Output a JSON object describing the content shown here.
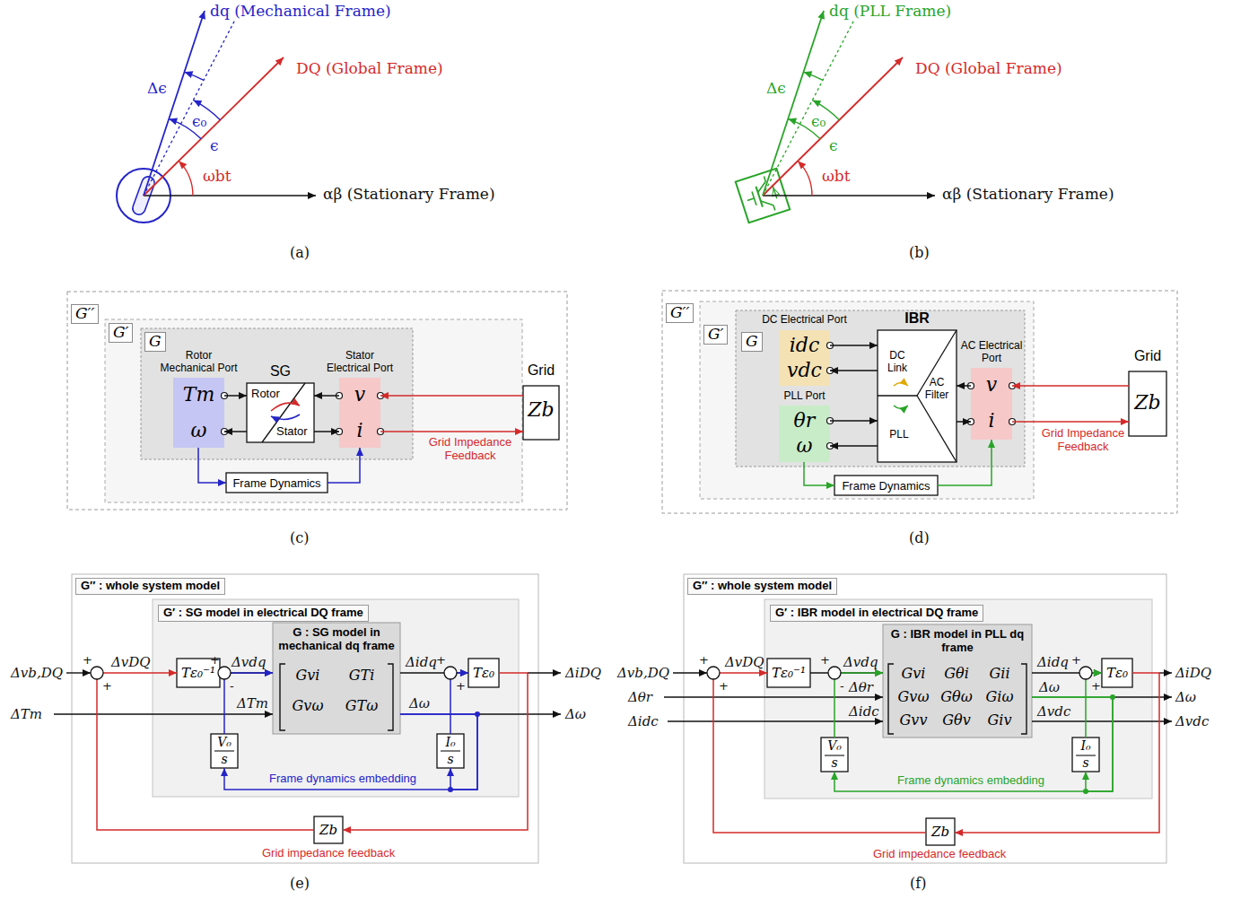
{
  "diagram": {
    "nodes": [
      {
        "text": [
          "G′′"
        ]
      },
      {
        "text": [
          "G′"
        ],
        "in": 0
      },
      {
        "text": [
          "G"
        ],
        "in": 1
      },
      {
        "text": [
          "Rotor Mechanical Port",
          "Tm",
          "ω"
        ],
        "in": 2
      },
      {
        "text": [
          "SG",
          "Rotor",
          "Stator"
        ],
        "in": 2
      },
      {
        "text": [
          "Stator Electrical Port",
          "v",
          "i"
        ],
        "in": 2
      },
      {
        "text": [
          "Frame Dynamics"
        ],
        "in": 1
      },
      {
        "text": [
          "Grid",
          "Zb"
        ],
        "in": 0
      },
      {
        "text": [
          "G′′"
        ]
      },
      {
        "text": [
          "G′"
        ],
        "in": 8
      },
      {
        "text": [
          "G"
        ],
        "in": 9
      },
      {
        "text": [
          "DC Electrical Port",
          "idc",
          "vdc"
        ],
        "in": 10
      },
      {
        "text": [
          "PLL Port",
          "θr",
          "ω"
        ],
        "in": 10
      },
      {
        "text": [
          "IBR",
          "DC Link",
          "AC Filter",
          "PLL"
        ],
        "in": 10
      },
      {
        "text": [
          "AC Electrical Port",
          "v",
          "i"
        ],
        "in": 10
      },
      {
        "text": [
          "Frame Dynamics"
        ],
        "in": 9
      },
      {
        "text": [
          "Grid",
          "Zb"
        ],
        "in": 8
      },
      {
        "text": [
          "G′′ : whole system model"
        ]
      },
      {
        "text": [
          "G′ : SG model in electrical DQ frame"
        ],
        "in": 17
      },
      {
        "text": [
          "Tε₀⁻¹"
        ],
        "in": 18
      },
      {
        "text": [
          "G : SG model in mechanical dq frame",
          "Gvi",
          "GTi",
          "Gvω",
          "GTω"
        ],
        "in": 18
      },
      {
        "text": [
          "Tε₀"
        ],
        "in": 18
      },
      {
        "text": [
          "V₀",
          "s"
        ],
        "in": 18
      },
      {
        "text": [
          "I₀",
          "s"
        ],
        "in": 18
      },
      {
        "text": [
          "Zb"
        ],
        "in": 17
      },
      {
        "text": [
          "G′′ : whole system model"
        ]
      },
      {
        "text": [
          "G′ : IBR model in electrical DQ frame"
        ],
        "in": 25
      },
      {
        "text": [
          "Tε₀⁻¹"
        ],
        "in": 26
      },
      {
        "text": [
          "G : IBR model in PLL dq frame",
          "Gvi",
          "Gθi",
          "Gii",
          "Gvω",
          "Gθω",
          "Giω",
          "Gvv",
          "Gθv",
          "Giv"
        ],
        "in": 26
      },
      {
        "text": [
          "Tε₀"
        ],
        "in": 26
      },
      {
        "text": [
          "V₀",
          "s"
        ],
        "in": 26
      },
      {
        "text": [
          "I₀",
          "s"
        ],
        "in": 26
      },
      {
        "text": [
          "Zb"
        ],
        "in": 25
      }
    ],
    "edges": [
      {
        "from": 3,
        "to": 4,
        "arrow": "to"
      },
      {
        "from": 4,
        "to": 3,
        "arrow": "to"
      },
      {
        "from": 5,
        "to": 4,
        "arrow": "to"
      },
      {
        "from": 4,
        "to": 5,
        "arrow": "to"
      },
      {
        "from": 7,
        "to": 5,
        "arrow": "to"
      },
      {
        "from": 5,
        "to": 7,
        "arrow": "to",
        "label": "Grid Impedance Feedback"
      },
      {
        "from": 3,
        "to": 6,
        "arrow": "to"
      },
      {
        "from": 6,
        "to": 5,
        "arrow": "to"
      },
      {
        "from": 11,
        "to": 13,
        "arrow": "to"
      },
      {
        "from": 13,
        "to": 11,
        "arrow": "to"
      },
      {
        "from": 12,
        "to": 13,
        "arrow": "to"
      },
      {
        "from": 13,
        "to": 12,
        "arrow": "to"
      },
      {
        "from": 14,
        "to": 13,
        "arrow": "to"
      },
      {
        "from": 13,
        "to": 14,
        "arrow": "to"
      },
      {
        "from": 16,
        "to": 14,
        "arrow": "to"
      },
      {
        "from": 14,
        "to": 16,
        "arrow": "to",
        "label": "Grid Impedance Feedback"
      },
      {
        "from": 12,
        "to": 15,
        "arrow": "to"
      },
      {
        "from": 15,
        "to": 14,
        "arrow": "to"
      },
      {
        "from": 19,
        "to": 20,
        "arrow": "to"
      },
      {
        "from": 20,
        "to": 21,
        "arrow": "to"
      },
      {
        "from": 22,
        "to": 20,
        "arrow": "to"
      },
      {
        "from": 23,
        "to": 21,
        "arrow": "to"
      },
      {
        "from": 20,
        "to": 22,
        "arrow": "to"
      },
      {
        "from": 20,
        "to": 23,
        "arrow": "to"
      },
      {
        "from": 21,
        "to": 24,
        "arrow": "to"
      },
      {
        "from": 24,
        "to": 19,
        "arrow": "to"
      },
      {
        "from": 27,
        "to": 28,
        "arrow": "to"
      },
      {
        "from": 28,
        "to": 29,
        "arrow": "to"
      },
      {
        "from": 30,
        "to": 28,
        "arrow": "to"
      },
      {
        "from": 31,
        "to": 29,
        "arrow": "to"
      },
      {
        "from": 28,
        "to": 30,
        "arrow": "to"
      },
      {
        "from": 28,
        "to": 31,
        "arrow": "to"
      },
      {
        "from": 29,
        "to": 32,
        "arrow": "to"
      },
      {
        "from": 32,
        "to": 27,
        "arrow": "to"
      }
    ],
    "labels": [
      "dq (Mechanical Frame)",
      "DQ (Global Frame)",
      "αβ (Stationary Frame)",
      "Δϵ",
      "ϵ₀",
      "ϵ",
      "ωbt",
      "(a)",
      "dq (PLL Frame)",
      "DQ (Global Frame)",
      "αβ (Stationary Frame)",
      "Δϵ",
      "ϵ₀",
      "ϵ",
      "ωbt",
      "(b)",
      "(c)",
      "(d)",
      "Δvb,DQ",
      "ΔTm",
      "+",
      "+",
      "ΔvDQ",
      "+",
      "-",
      "Δvdq",
      "ΔTm",
      "Δidq",
      "Δω",
      "+",
      "+",
      "ΔiDQ",
      "Δω",
      "Frame dynamics embedding",
      "Grid impedance feedback",
      "(e)",
      "Δvb,DQ",
      "Δθr",
      "Δidc",
      "+",
      "+",
      "ΔvDQ",
      "+",
      "-",
      "Δvdq",
      "Δθr",
      "Δidc",
      "Δidq",
      "Δω",
      "Δvdc",
      "+",
      "+",
      "ΔiDQ",
      "Δω",
      "Δvdc",
      "Frame dynamics embedding",
      "Grid impedance feedback",
      "(f)"
    ]
  }
}
